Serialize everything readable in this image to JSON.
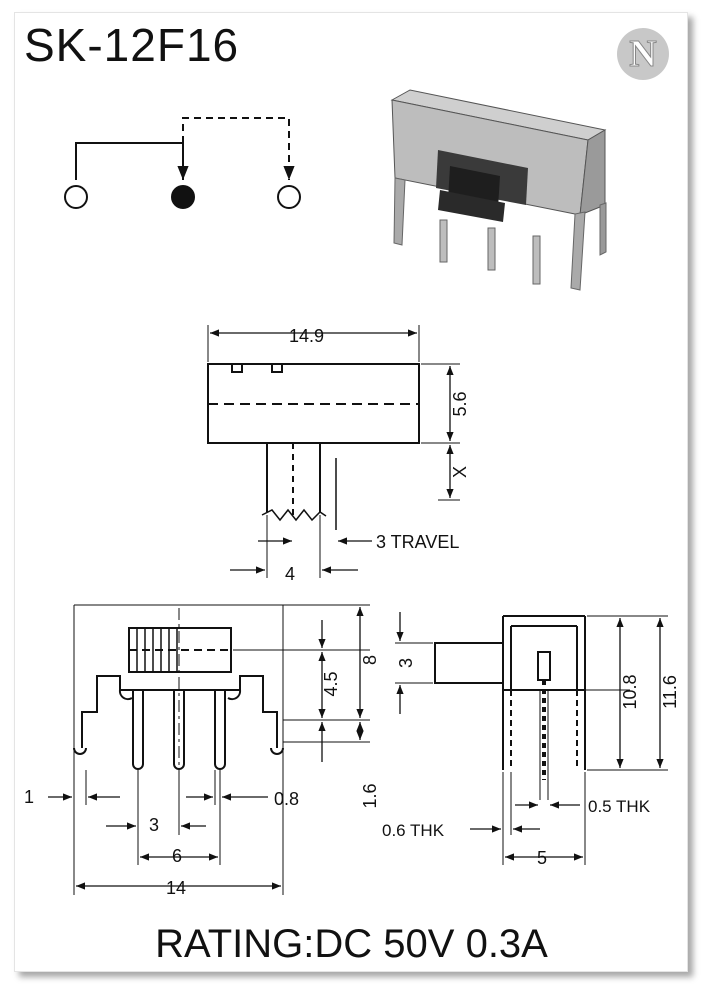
{
  "header": {
    "title": "SK-12F16",
    "logo_letter": "N"
  },
  "dimensions": {
    "body_length": "14.9",
    "body_height": "5.6",
    "actuator_height": "X",
    "travel": "3 TRAVEL",
    "actuator_width": "4",
    "pin_pitch": "3",
    "pin_span": "6",
    "overall_width": "14",
    "mount_tab": "1",
    "pin_width": "0.8",
    "pin_length": "4.5",
    "total_height": "8",
    "pin_offset": "1.6",
    "actuator_side": "3",
    "body_depth_inner": "10.8",
    "body_depth_total": "11.6",
    "frame_thk": "0.6 THK",
    "pin_thk": "0.5 THK",
    "side_width": "5"
  },
  "footer": {
    "rating": "RATING:DC 50V 0.3A"
  }
}
